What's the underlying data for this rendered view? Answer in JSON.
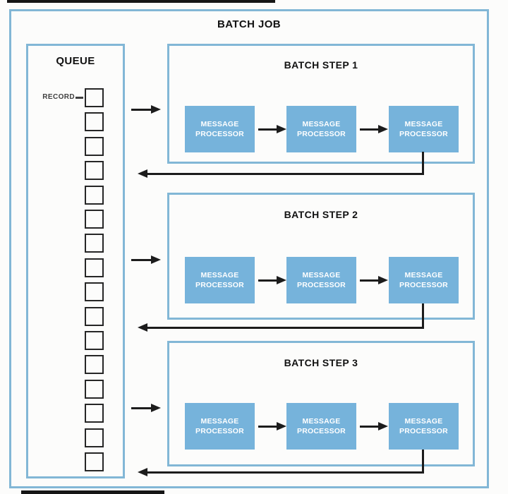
{
  "diagram": {
    "title": "BATCH JOB",
    "queue": {
      "title": "QUEUE",
      "record_label": "RECORD",
      "record_count": 16
    },
    "processor": {
      "line1": "MESSAGE",
      "line2": "PROCESSOR"
    },
    "steps": [
      {
        "title": "BATCH STEP 1"
      },
      {
        "title": "BATCH STEP 2"
      },
      {
        "title": "BATCH STEP 3"
      }
    ],
    "colors": {
      "box_border": "#82b7d6",
      "processor_fill": "#76b3db",
      "arrow": "#1c1c1c",
      "title_text": "#111111",
      "record_text": "#3f3f3f",
      "processor_text": "#ffffff",
      "background": "#fcfcfb"
    }
  }
}
